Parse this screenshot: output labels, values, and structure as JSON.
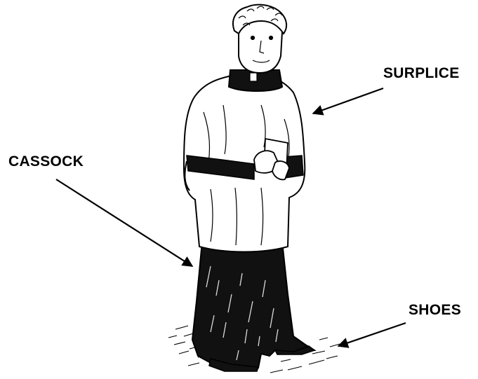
{
  "labels": {
    "surplice": "SURPLICE",
    "cassock": "CASSOCK",
    "shoes": "SHOES"
  },
  "figure": {
    "subject": "altar-server-illustration"
  },
  "colors": {
    "ink": "#000000",
    "paper": "#ffffff"
  }
}
